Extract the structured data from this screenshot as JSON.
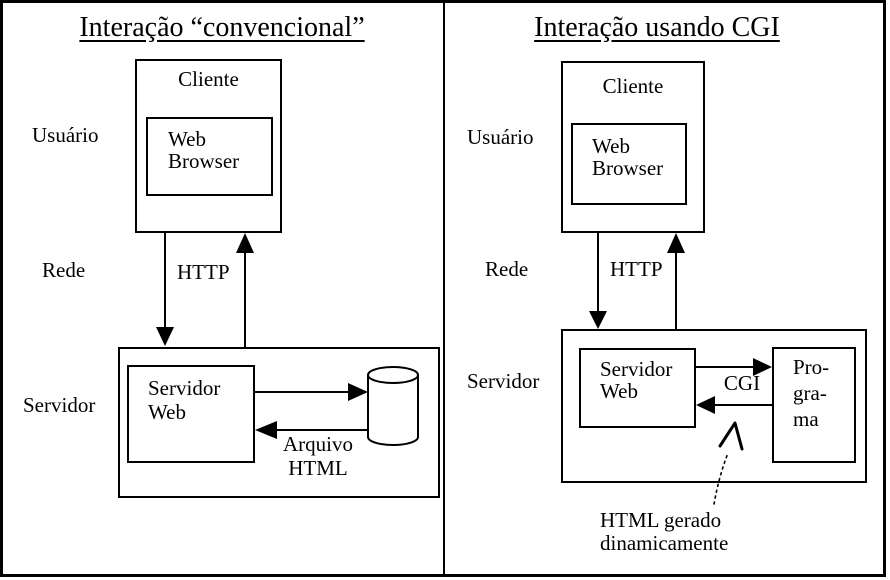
{
  "left_panel": {
    "title": "Interação “convencional”",
    "user_label": "Usuário",
    "network_label": "Rede",
    "server_label": "Servidor",
    "client_box_label": "Cliente",
    "web_browser_line1": "Web",
    "web_browser_line2": "Browser",
    "http_label": "HTTP",
    "web_server_line1": "Servidor",
    "web_server_line2": "Web",
    "file_label_line1": "Arquivo",
    "file_label_line2": "HTML",
    "database_icon": "database-cylinder"
  },
  "right_panel": {
    "title": "Interação usando CGI",
    "user_label": "Usuário",
    "network_label": "Rede",
    "server_label": "Servidor",
    "client_box_label": "Cliente",
    "web_browser_line1": "Web",
    "web_browser_line2": "Browser",
    "http_label": "HTTP",
    "web_server_line1": "Servidor",
    "web_server_line2": "Web",
    "cgi_label": "CGI",
    "program_line1": "Pro-",
    "program_line2": "gra-",
    "program_line3": "ma",
    "note_line1": "HTML gerado",
    "note_line2": "dinamicamente"
  },
  "colors": {
    "ink": "#000000",
    "paper": "#ffffff"
  }
}
